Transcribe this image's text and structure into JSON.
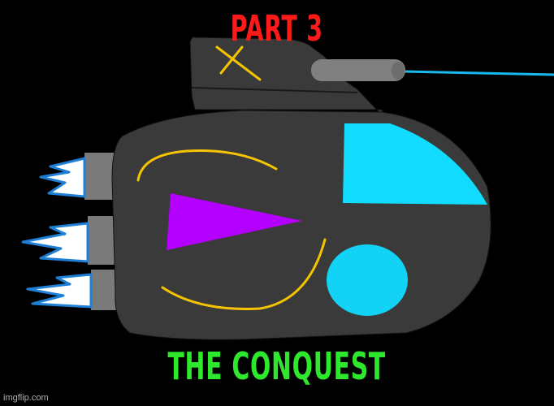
{
  "title_top": "PART 3",
  "title_bottom": "THE CONQUEST",
  "watermark": "imgflip.com",
  "colors": {
    "background": "#000000",
    "title_top": "#ff1a1a",
    "title_bottom": "#2ee82e",
    "hull": "#3a3a3a",
    "hull_outline": "#111111",
    "thruster": "#7a7a7a",
    "cockpit": "#11dcff",
    "porthole": "#12d2f5",
    "marking": "#f5c400",
    "triangle": "#b400ff",
    "laser": "#1ab8f0",
    "flame_core": "#ffffff",
    "flame_edge": "#1e7fd6"
  },
  "icons": [
    "spaceship-illustration"
  ]
}
